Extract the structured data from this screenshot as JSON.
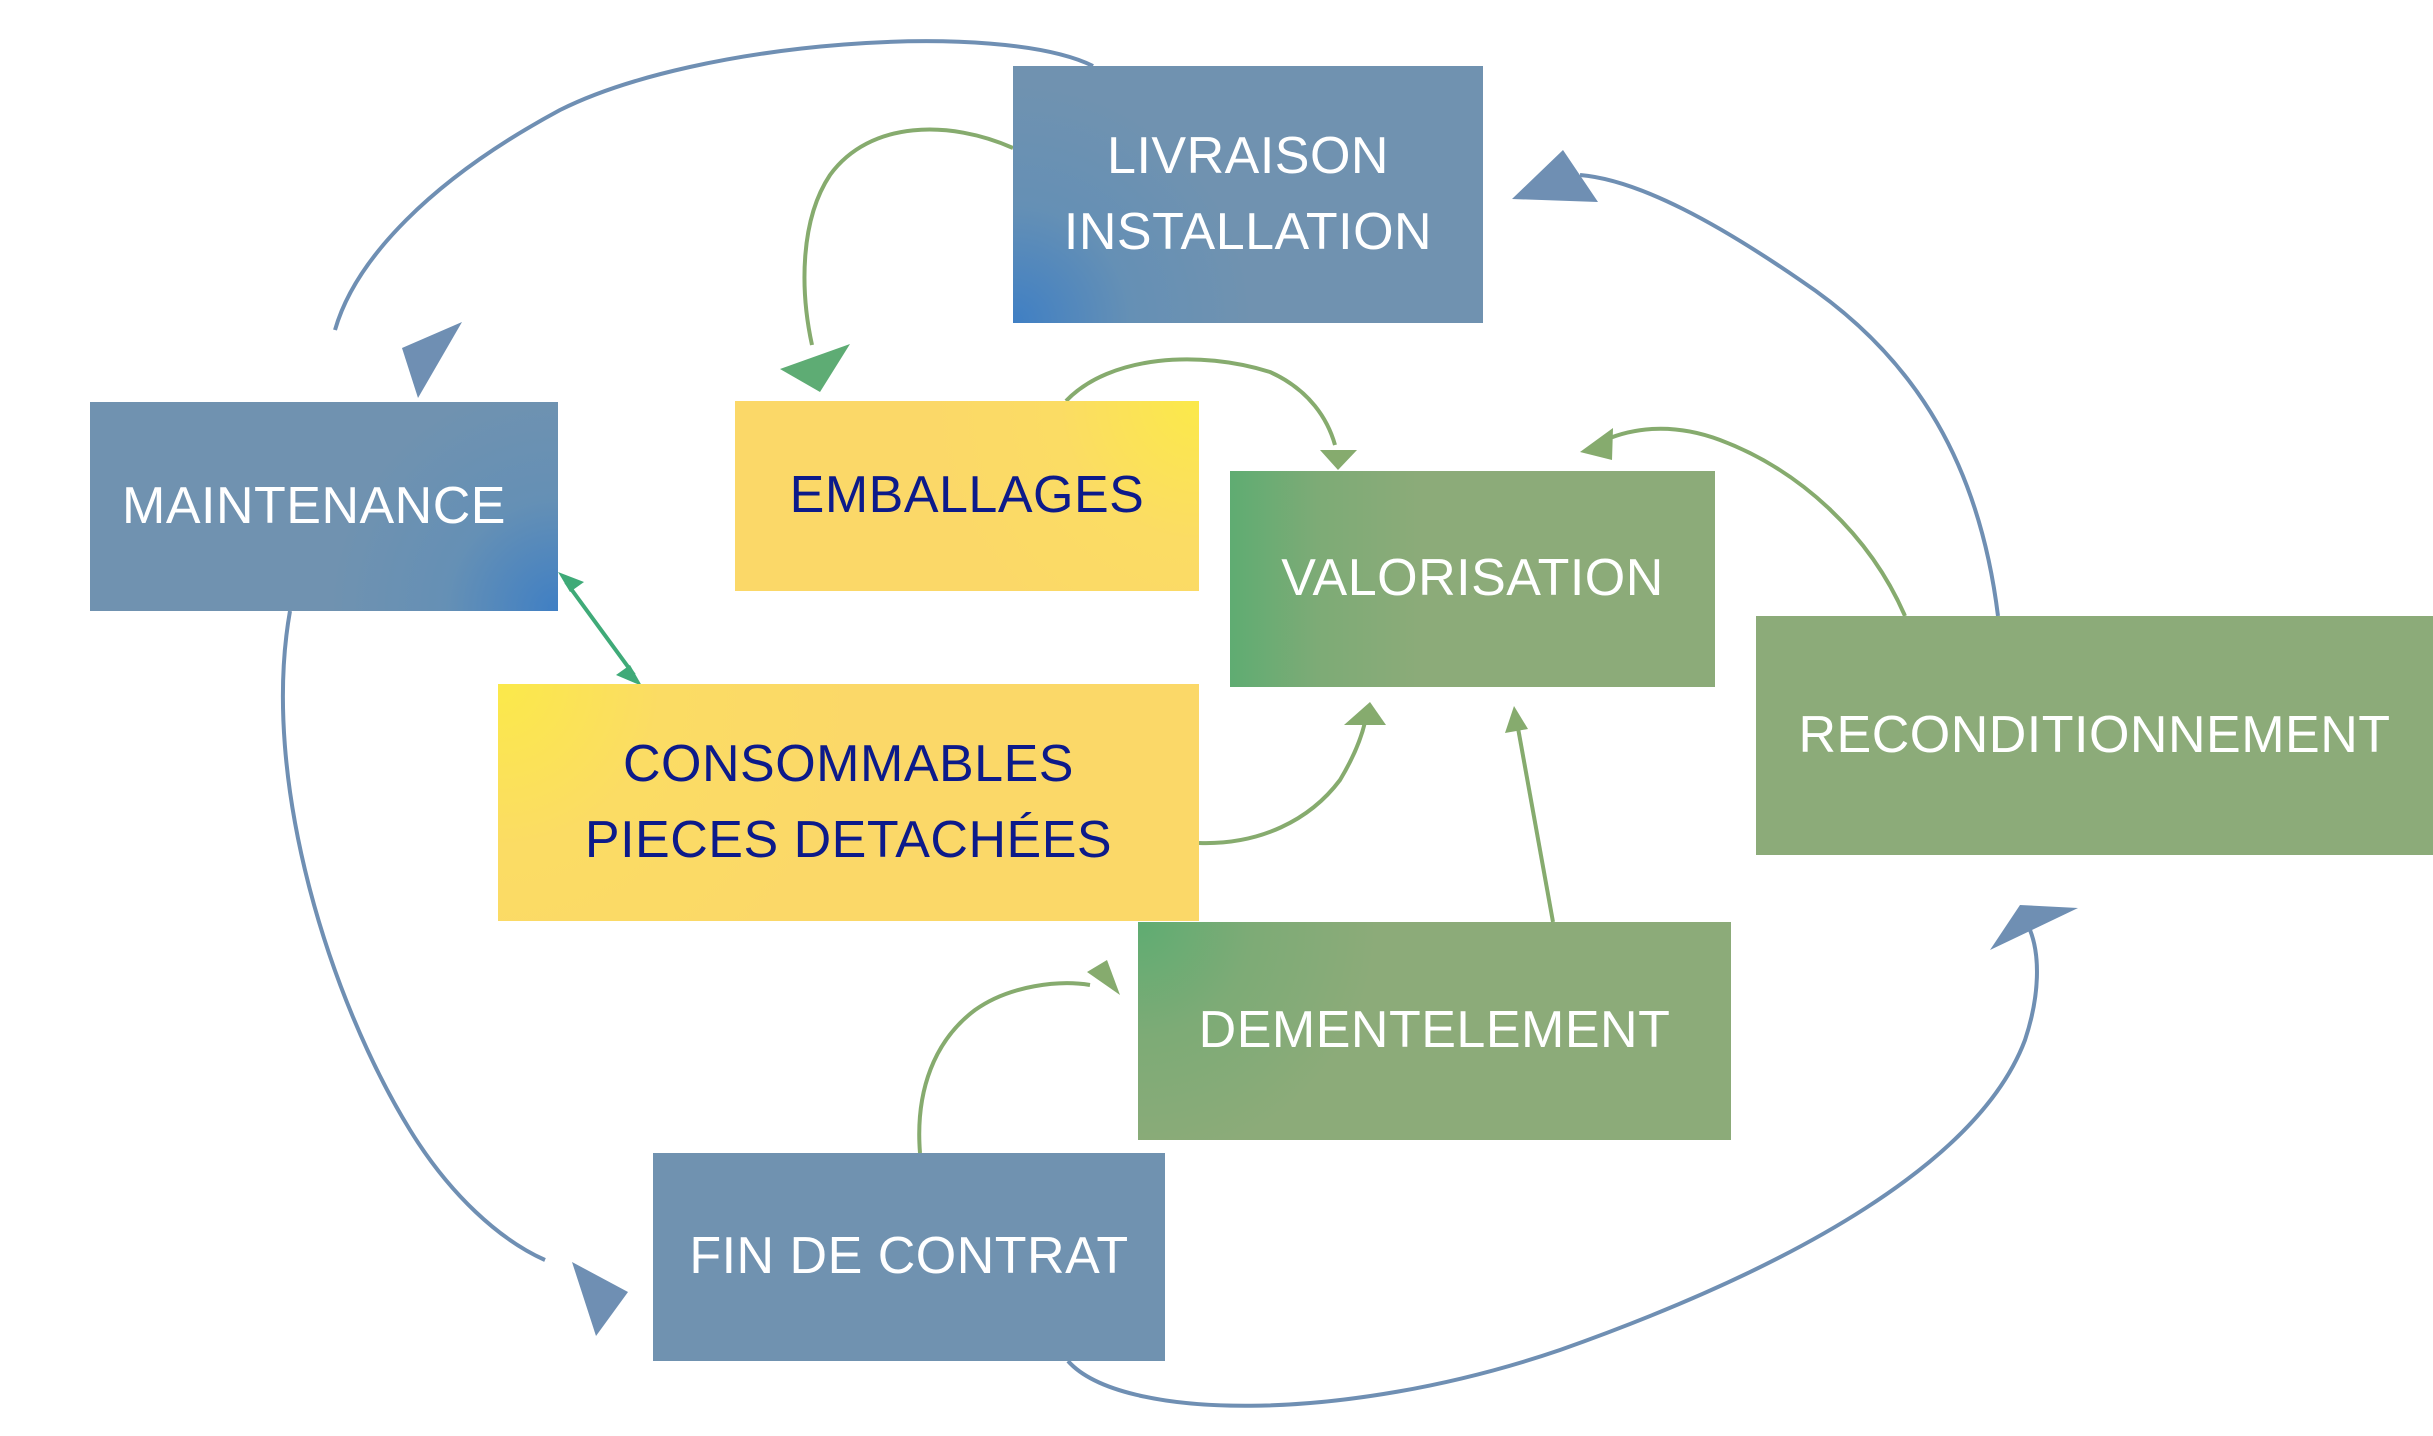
{
  "colors": {
    "blue_box": "#7092b0",
    "blue_arrow": "#6f8fb3",
    "yellow_box": "#fbd868",
    "yellow_text": "#0c1a8a",
    "green_box": "#8cab79",
    "green_arrow": "#86ab6e",
    "teal_arrow": "#3faa78",
    "white_text": "#ffffff"
  },
  "nodes": {
    "livraison": {
      "lines": [
        "LIVRAISON",
        "INSTALLATION"
      ]
    },
    "maintenance": {
      "lines": [
        "MAINTENANCE"
      ]
    },
    "emballages": {
      "lines": [
        "EMBALLAGES"
      ]
    },
    "consommables": {
      "lines": [
        "CONSOMMABLES",
        "PIECES DETACHÉES"
      ]
    },
    "valorisation": {
      "lines": [
        "VALORISATION"
      ]
    },
    "reconditionnement": {
      "lines": [
        "RECONDITIONNEMENT"
      ]
    },
    "dementelement": {
      "lines": [
        "DEMENTELEMENT"
      ]
    },
    "fin_contrat": {
      "lines": [
        "FIN DE CONTRAT"
      ]
    }
  },
  "connections": [
    {
      "from": "LIVRAISON INSTALLATION",
      "to": "MAINTENANCE",
      "color": "blue"
    },
    {
      "from": "MAINTENANCE",
      "to": "FIN DE CONTRAT",
      "color": "blue"
    },
    {
      "from": "FIN DE CONTRAT",
      "to": "RECONDITIONNEMENT",
      "color": "blue"
    },
    {
      "from": "RECONDITIONNEMENT",
      "to": "LIVRAISON INSTALLATION",
      "color": "blue"
    },
    {
      "from": "LIVRAISON INSTALLATION",
      "to": "EMBALLAGES",
      "color": "green"
    },
    {
      "from": "EMBALLAGES",
      "to": "VALORISATION",
      "color": "green"
    },
    {
      "from": "CONSOMMABLES PIECES DETACHÉES",
      "to": "VALORISATION",
      "color": "green"
    },
    {
      "from": "DEMENTELEMENT",
      "to": "VALORISATION",
      "color": "green"
    },
    {
      "from": "RECONDITIONNEMENT",
      "to": "VALORISATION",
      "color": "green"
    },
    {
      "from": "FIN DE CONTRAT",
      "to": "DEMENTELEMENT",
      "color": "green"
    },
    {
      "from": "MAINTENANCE",
      "to": "CONSOMMABLES PIECES DETACHÉES",
      "color": "teal",
      "bidirectional": true
    }
  ]
}
